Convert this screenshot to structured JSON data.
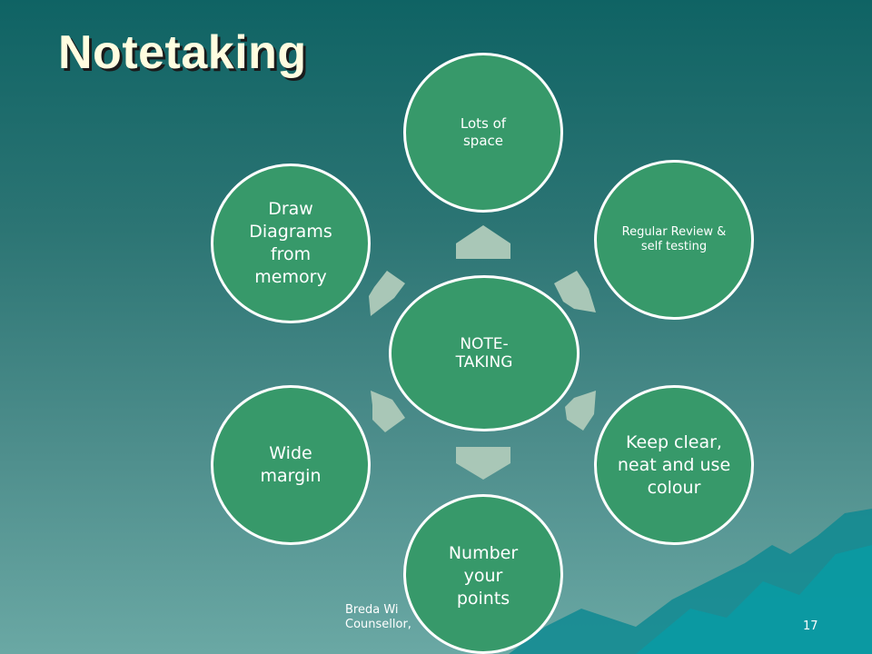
{
  "slide": {
    "title": "Notetaking",
    "footer_left_line1": "Breda Wi",
    "footer_left_line2": "Counsellor,",
    "page_number": "17"
  },
  "diagram": {
    "center": "NOTE-TAKING",
    "nodes": [
      "Lots of space",
      "Regular Review & self testing",
      "Keep clear, neat and use colour",
      "Number your points",
      "Wide margin",
      "Draw Diagrams from memory"
    ]
  },
  "colors": {
    "node_fill": "#37996a",
    "node_border": "#ffffff",
    "arrow_fill": "#a9c7b7",
    "title_text": "#fffde0"
  }
}
